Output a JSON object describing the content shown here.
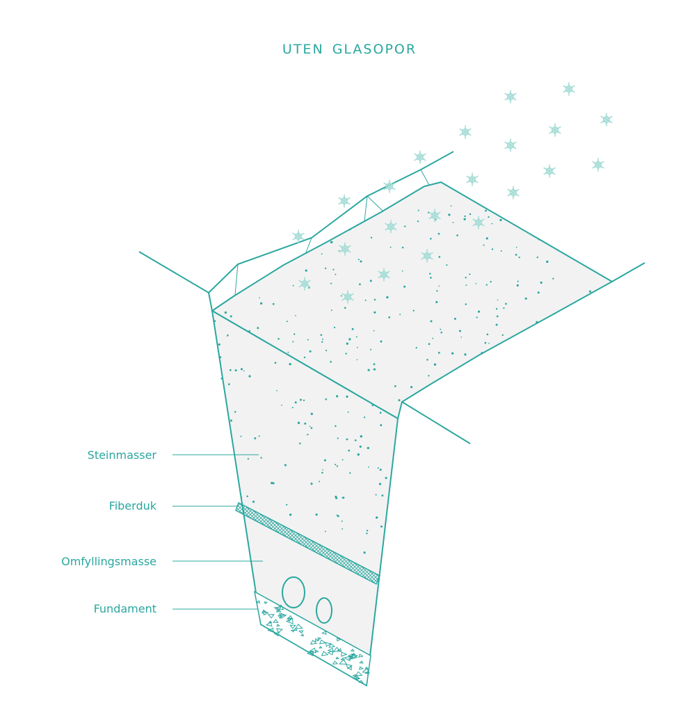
{
  "title": "UTEN GLASOPOR",
  "labels": {
    "steinmasser": "Steinmasser",
    "fiberduk": "Fiberduk",
    "omfyllingsmasse": "Omfyllingsmasse",
    "fundament": "Fundament"
  },
  "colors": {
    "line": "#2aa79f",
    "fill": "#f2f2f2",
    "text": "#2aa79f",
    "dots": "#2aa79f",
    "snow": "#a8ddd7"
  },
  "icons": {
    "snowflake": "snowflake-icon"
  }
}
